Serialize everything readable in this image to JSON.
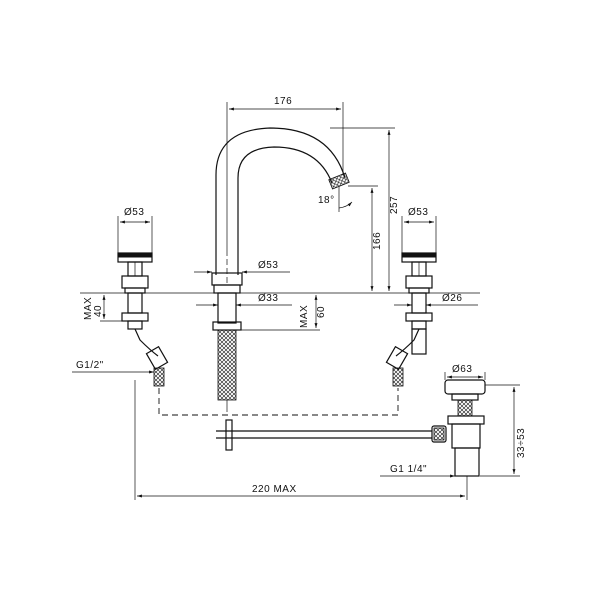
{
  "dimensions": {
    "spout_reach": "176",
    "total_height": "257",
    "spout_height": "166",
    "spout_angle": "18°",
    "left_handle_dia": "Ø53",
    "right_handle_dia": "Ø53",
    "spout_base_dia": "Ø53",
    "spout_shank_dia": "Ø33",
    "right_shank_dia": "Ø26",
    "left_deck_max": "40",
    "left_deck_max_label": "MAX",
    "center_deck_max": "60",
    "center_deck_max_label": "MAX",
    "inlet_thread": "G1/2\"",
    "drain_dia": "Ø63",
    "drain_height": "33÷53",
    "drain_thread": "G1 1/4\"",
    "spread": "220 MAX"
  }
}
